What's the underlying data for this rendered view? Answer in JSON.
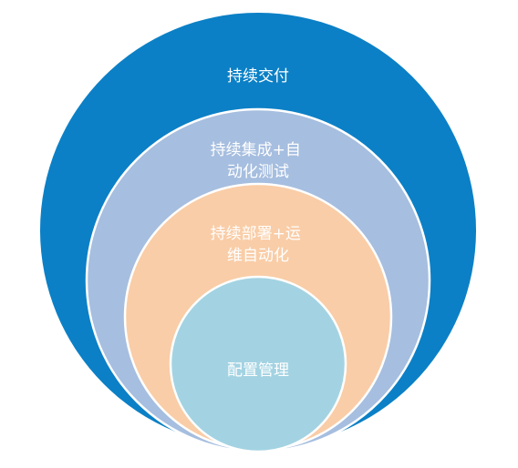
{
  "diagram": {
    "layers": [
      {
        "id": "outer",
        "lines": [
          "持续交付"
        ],
        "color": "#0b80c6"
      },
      {
        "id": "second",
        "lines": [
          "持续集成+自",
          "动化测试"
        ],
        "color": "#a6bedf"
      },
      {
        "id": "third",
        "lines": [
          "持续部署+运",
          "维自动化"
        ],
        "color": "#f9cda7"
      },
      {
        "id": "core",
        "lines": [
          "配置管理"
        ],
        "color": "#a3d3e2"
      }
    ],
    "outline_color": "#ffffff"
  }
}
